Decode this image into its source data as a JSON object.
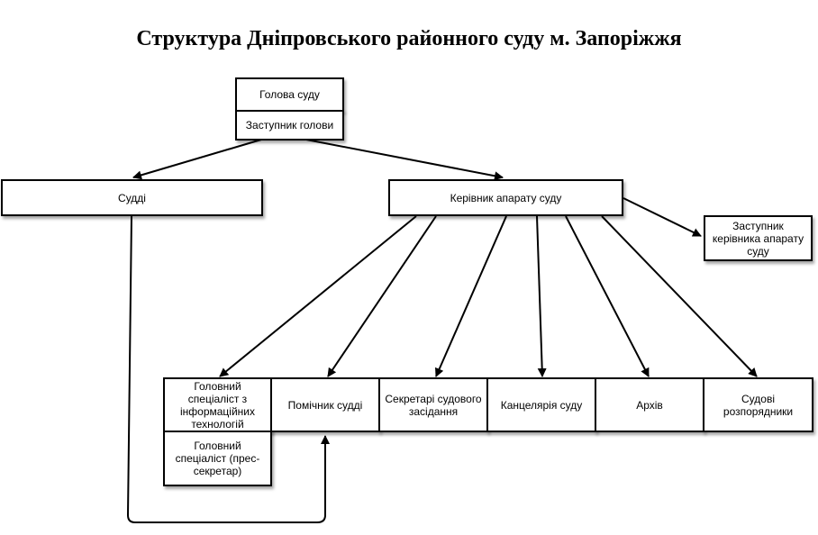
{
  "title": "Структура Дніпровського районного суду м. Запоріжжя",
  "nodes": {
    "head": "Голова суду",
    "deputy_head": "Заступник голови",
    "judges": "Судді",
    "office_head": "Керівник апарату суду",
    "deputy_office_head": "Заступник керівника апарату суду",
    "it_specialist": "Головний спеціаліст з інформаційних технологій",
    "press_secretary": "Головний спеціаліст (прес-секретар)",
    "judge_assistant": "Помічник судді",
    "court_secretaries": "Секретарі судового засідання",
    "chancellery": "Канцелярія суду",
    "archive": "Архів",
    "court_clerks": "Судові розпорядники"
  }
}
